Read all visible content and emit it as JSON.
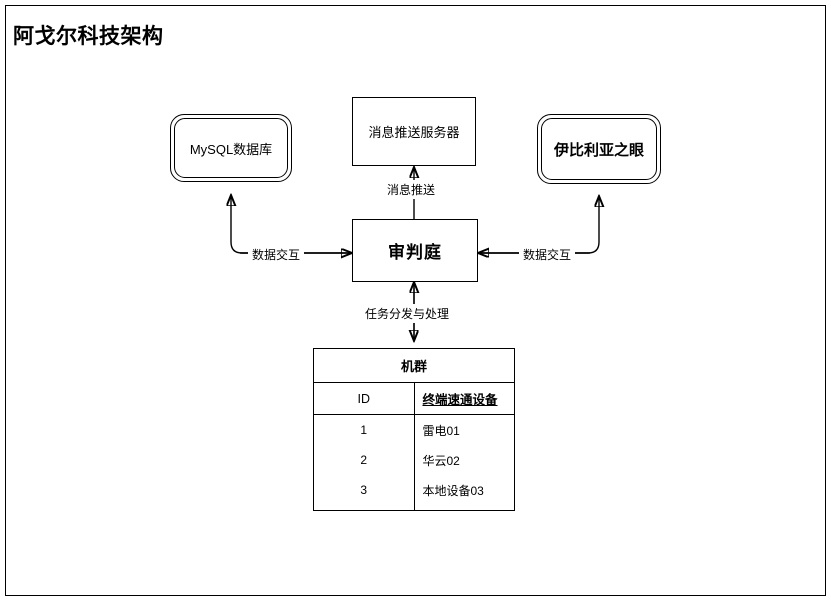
{
  "diagram": {
    "title": "阿戈尔科技架构",
    "nodes": {
      "mysql": {
        "label": "MySQL数据库",
        "shape": "database"
      },
      "push_server": {
        "label": "消息推送服务器",
        "shape": "rectangle"
      },
      "iberia_eye": {
        "label": "伊比利亚之眼",
        "shape": "database"
      },
      "court": {
        "label": "审判庭",
        "shape": "rectangle"
      }
    },
    "edges": {
      "mysql_court": {
        "label": "数据交互",
        "direction": "bidirectional"
      },
      "court_push": {
        "label": "消息推送",
        "direction": "up"
      },
      "court_iberia": {
        "label": "数据交互",
        "direction": "bidirectional"
      },
      "court_cluster": {
        "label": "任务分发与处理",
        "direction": "bidirectional"
      }
    },
    "cluster_table": {
      "title": "机群",
      "columns": [
        "ID",
        "终端速通设备"
      ],
      "rows": [
        {
          "id": "1",
          "device": "雷电01"
        },
        {
          "id": "2",
          "device": "华云02"
        },
        {
          "id": "3",
          "device": "本地设备03"
        }
      ]
    },
    "colors": {
      "stroke": "#000000",
      "background": "#ffffff",
      "text": "#000000"
    }
  }
}
